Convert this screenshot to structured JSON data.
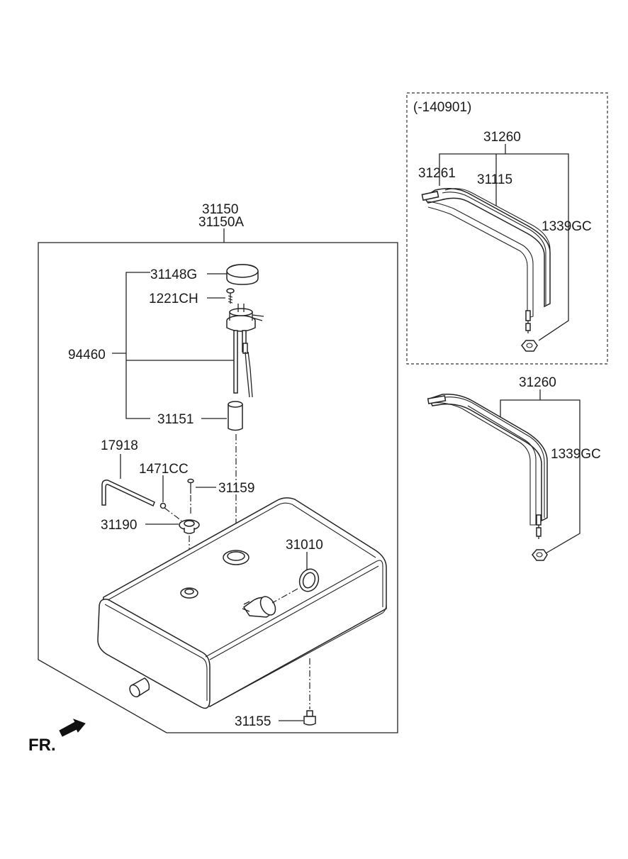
{
  "labels": {
    "p31150": "31150",
    "p31150A": "31150A",
    "p31148G": "31148G",
    "p1221CH": "1221CH",
    "p94460": "94460",
    "p31151": "31151",
    "p17918": "17918",
    "p1471CC": "1471CC",
    "p31159": "31159",
    "p31190": "31190",
    "p31010": "31010",
    "p31155": "31155",
    "variant_note": "(-140901)",
    "p31260_top": "31260",
    "p31261": "31261",
    "p31115": "31115",
    "p1339GC_top": "1339GC",
    "p31260_bottom": "31260",
    "p1339GC_bottom": "1339GC",
    "front_indicator": "FR."
  }
}
